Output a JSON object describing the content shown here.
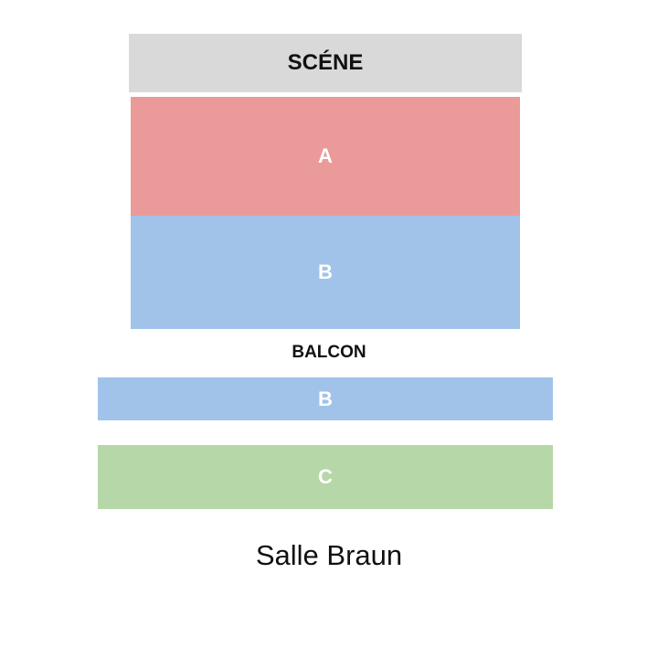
{
  "stage": {
    "label": "SCÉNE",
    "color": "#d9d9d9"
  },
  "orchestra": {
    "sections": [
      {
        "label": "A",
        "color": "#eb9a9a"
      },
      {
        "label": "B",
        "color": "#a1c3ea"
      }
    ]
  },
  "balcony": {
    "label": "BALCON",
    "sections": [
      {
        "label": "B",
        "color": "#a1c3ea"
      },
      {
        "label": "C",
        "color": "#b6d7a8"
      }
    ]
  },
  "venue_name": "Salle Braun"
}
